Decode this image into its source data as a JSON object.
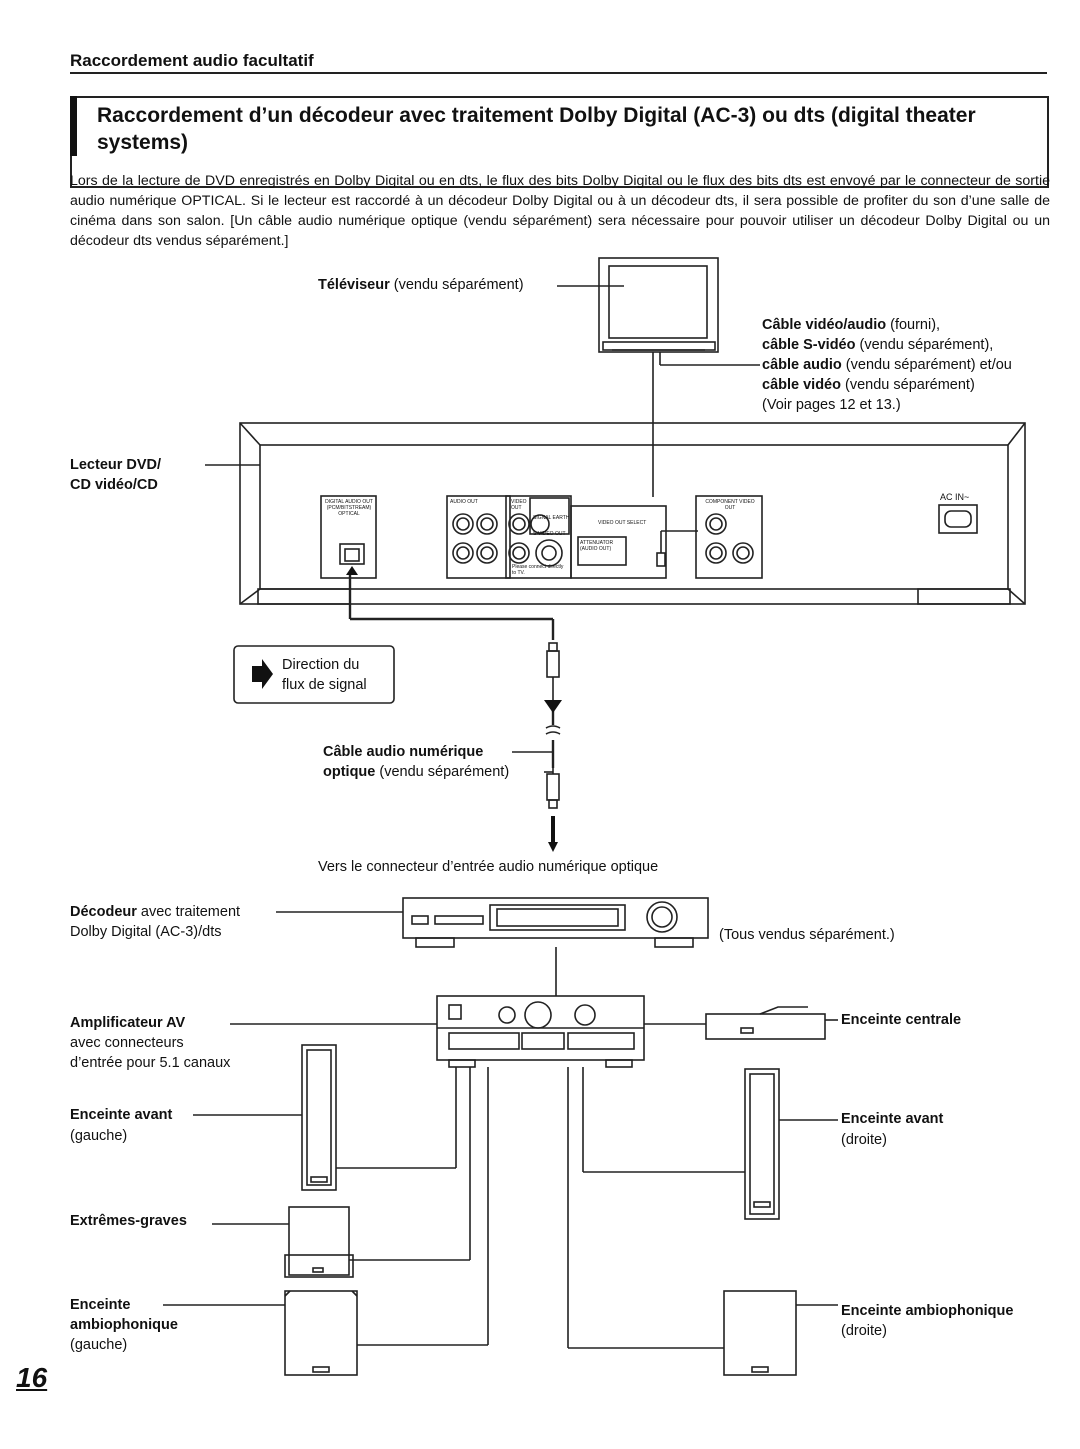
{
  "header": {
    "section_title": "Raccordement audio facultatif",
    "box_title": "Raccordement d’un décodeur avec traitement Dolby Digital (AC-3) ou dts (digital theater systems)"
  },
  "intro_text": "Lors de la lecture de DVD enregistrés en Dolby Digital ou en dts, le flux des bits Dolby Digital ou le flux des bits dts est envoyé par le connecteur de sortie audio numérique OPTICAL. Si le lecteur est raccordé à un décodeur Dolby Digital ou à un décodeur dts, il sera possible de profiter du son d’une salle de cinéma dans son salon. [Un câble audio numérique optique (vendu séparément) sera nécessaire pour pouvoir utiliser un décodeur Dolby Digital ou un décodeur dts vendus séparément.]",
  "labels": {
    "tv_bold": "Téléviseur",
    "tv_rest": " (vendu séparément)",
    "cable1_bold": "Câble vidéo/audio",
    "cable1_rest": " (fourni),",
    "cable2_bold": "câble S-vidéo",
    "cable2_rest": " (vendu séparément),",
    "cable3_bold": "câble audio",
    "cable3_rest": " (vendu séparément) et/ou",
    "cable4_bold": "câble vidéo",
    "cable4_rest": " (vendu séparément)",
    "cable_pages": "(Voir pages 12 et 13.)",
    "player_line1": "Lecteur DVD/",
    "player_line2": "CD vidéo/CD",
    "direction_line1": "Direction du",
    "direction_line2": "flux de signal",
    "optical_bold1": "Câble audio numérique",
    "optical_bold2": "optique",
    "optical_rest": " (vendu séparément)",
    "to_connector": "Vers le connecteur d’entrée audio numérique optique",
    "decoder_bold": "Décodeur",
    "decoder_rest": " avec traitement",
    "decoder_line2": "Dolby Digital (AC-3)/dts",
    "all_sold_separately": "(Tous vendus séparément.)",
    "amp_bold": "Amplificateur AV",
    "amp_line2": "avec connecteurs",
    "amp_line3": "d’entrée pour 5.1 canaux",
    "center_speaker": "Enceinte centrale",
    "front_left_bold": "Enceinte avant",
    "front_left_sub": "(gauche)",
    "front_right_bold": "Enceinte avant",
    "front_right_sub": "(droite)",
    "subwoofer": "Extrêmes-graves",
    "surround_left_bold1": "Enceinte",
    "surround_left_bold2": "ambiophonique",
    "surround_left_sub": "(gauche)",
    "surround_right_bold": "Enceinte ambiophonique",
    "surround_right_sub": "(droite)"
  },
  "panel_text": {
    "optical_label1": "DIGITAL AUDIO OUT",
    "optical_label2": "(PCM/BITSTREAM)",
    "optical_label3": "OPTICAL",
    "audio_out": "AUDIO OUT",
    "video_out": "VIDEO OUT",
    "signal_earth": "SIGNAL EARTH",
    "s_video_out": "S-VIDEO OUT",
    "video_out_select": "VIDEO OUT SELECT",
    "attenuator": "ATTENUATOR (AUDIO OUT)",
    "component_out": "COMPONENT VIDEO OUT",
    "please_connect": "Please connect directly to TV.",
    "ac_in": "AC IN~"
  },
  "page_number": "16"
}
